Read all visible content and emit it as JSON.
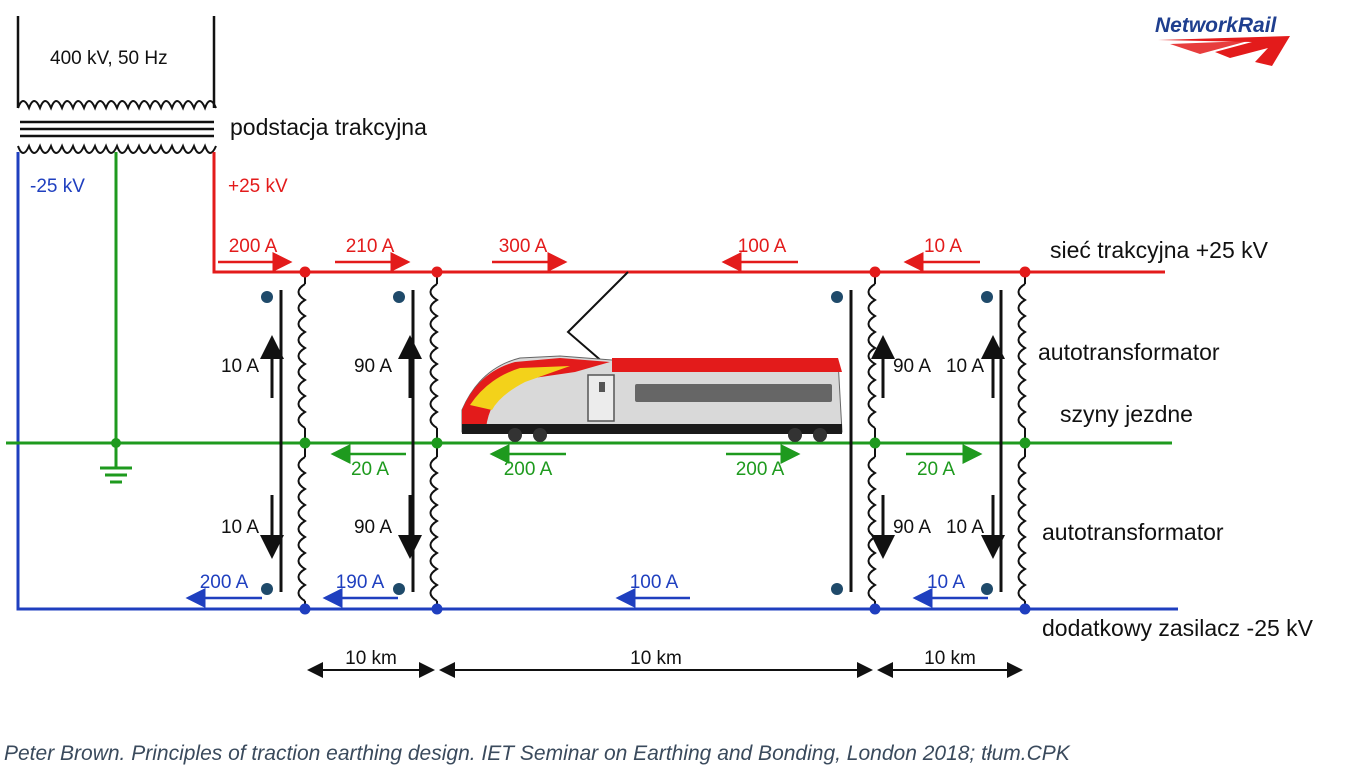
{
  "logo": {
    "text": "NetworkRail",
    "text_color": "#1f3f8f",
    "swoosh_color": "#e31b1b"
  },
  "supply": {
    "voltage": "400 kV, 50 Hz",
    "substation_label": "podstacja trakcyjna",
    "neg_label": "-25 kV",
    "pos_label": "+25 kV"
  },
  "lines": {
    "catenary": "sieć trakcyjna +25 kV",
    "rails": "szyny jezdne",
    "feeder": "dodatkowy zasilacz -25 kV",
    "autotransformer_top": "autotransformator",
    "autotransformer_bottom": "autotransformator"
  },
  "currents": {
    "catenary": [
      "200 A",
      "210 A",
      "300 A",
      "100 A",
      "10 A"
    ],
    "rails": [
      "20 A",
      "200 A",
      "200 A",
      "20 A"
    ],
    "feeder": [
      "200 A",
      "190 A",
      "100 A",
      "10 A"
    ],
    "at_upper": [
      "10 A",
      "90 A",
      "90 A",
      "10 A"
    ],
    "at_lower": [
      "10 A",
      "90 A",
      "90 A",
      "10 A"
    ]
  },
  "distances": [
    "10 km",
    "10 km",
    "10 km"
  ],
  "colors": {
    "positive": "#e31b1b",
    "negative": "#1f3fbf",
    "earth": "#1e9a1e",
    "node_dark": "#1f4a6a"
  },
  "caption": "Peter Brown. Principles of traction earthing design. IET Seminar on Earthing and Bonding, London 2018; tłum.CPK"
}
